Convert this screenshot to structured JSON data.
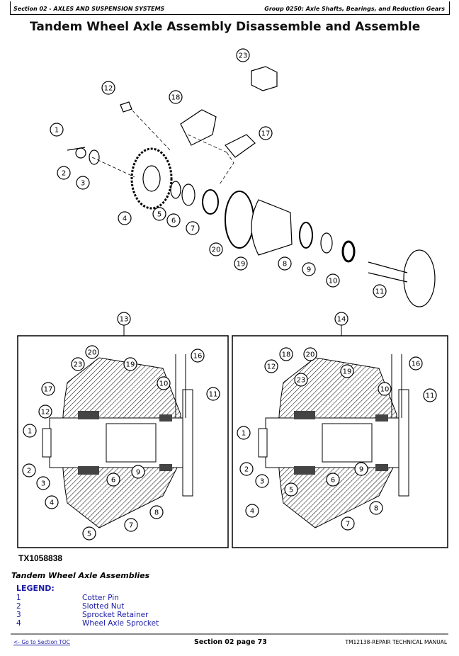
{
  "header": {
    "section": "Section 02 - AXLES AND SUSPENSION SYSTEMS",
    "group": "Group 0250: Axle Shafts, Bearings, and Reduction Gears"
  },
  "title": "Tandem Wheel Axle Assembly Disassemble and Assemble",
  "figure": {
    "id": "TX1058838",
    "exploded_callouts": [
      "23",
      "12",
      "18",
      "17",
      "1",
      "2",
      "3",
      "4",
      "5",
      "6",
      "7",
      "20",
      "19",
      "8",
      "9",
      "10",
      "11"
    ],
    "section_13_label": "13",
    "section_14_label": "14",
    "left_callouts": [
      "20",
      "19",
      "16",
      "23",
      "17",
      "10",
      "11",
      "12",
      "1",
      "2",
      "3",
      "4",
      "6",
      "9",
      "8",
      "7",
      "5"
    ],
    "right_callouts": [
      "18",
      "20",
      "19",
      "16",
      "12",
      "23",
      "10",
      "11",
      "1",
      "2",
      "3",
      "4",
      "5",
      "6",
      "9",
      "8",
      "7"
    ]
  },
  "caption": "Tandem Wheel Axle Assemblies",
  "legend": {
    "title": "LEGEND:",
    "items": [
      {
        "num": "1",
        "label": "Cotter Pin"
      },
      {
        "num": "2",
        "label": "Slotted Nut"
      },
      {
        "num": "3",
        "label": "Sprocket Retainer"
      },
      {
        "num": "4",
        "label": "Wheel Axle Sprocket"
      }
    ]
  },
  "footer": {
    "toc_link": "<- Go to Section TOC",
    "page": "Section 02 page 73",
    "manual": "TM12138-REPAIR TECHNICAL MANUAL"
  },
  "colors": {
    "legend": "#1a1aa8"
  }
}
